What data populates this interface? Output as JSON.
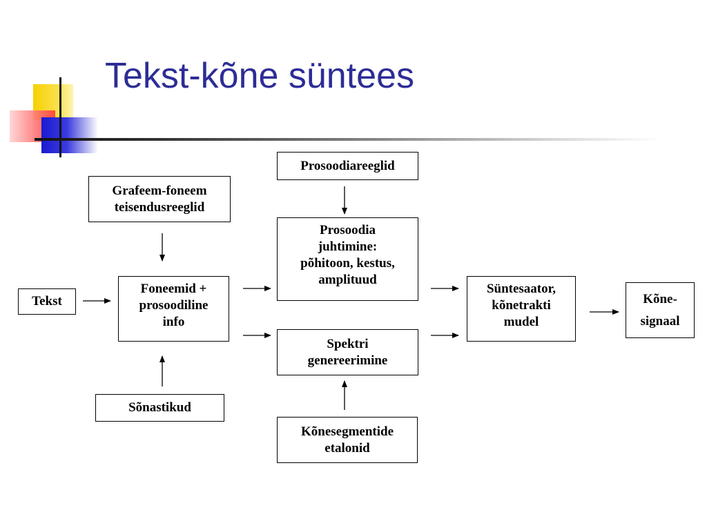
{
  "slide": {
    "title": "Tekst-kõne süntees"
  },
  "diagram": {
    "nodes": {
      "tekst": {
        "lines": [
          "Tekst"
        ]
      },
      "grafeem": {
        "lines": [
          "Grafeem-foneem",
          "teisendusreeglid"
        ]
      },
      "foneemid": {
        "lines": [
          "Foneemid +",
          "prosoodiline",
          "info"
        ]
      },
      "sonastikud": {
        "lines": [
          "Sõnastikud"
        ]
      },
      "prosoodiareeglid": {
        "lines": [
          "Prosoodiareeglid"
        ]
      },
      "prosoodia": {
        "lines": [
          "Prosoodia",
          "juhtimine:",
          "põhitoon, kestus,",
          "amplituud"
        ]
      },
      "spektri": {
        "lines": [
          "Spektri",
          "genereerimine"
        ]
      },
      "konesegmentide": {
        "lines": [
          "Kõnesegmentide",
          "etalonid"
        ]
      },
      "suntesaator": {
        "lines": [
          "Süntesaator,",
          "kõnetrakti",
          "mudel"
        ]
      },
      "konesignaal": {
        "lines": [
          "Kõne-",
          "signaal"
        ]
      }
    },
    "edges": [
      {
        "from": "tekst",
        "to": "foneemid"
      },
      {
        "from": "grafeem",
        "to": "foneemid"
      },
      {
        "from": "sonastikud",
        "to": "foneemid"
      },
      {
        "from": "foneemid",
        "to": "prosoodia"
      },
      {
        "from": "foneemid",
        "to": "spektri"
      },
      {
        "from": "prosoodiareeglid",
        "to": "prosoodia"
      },
      {
        "from": "konesegmentide",
        "to": "spektri"
      },
      {
        "from": "prosoodia",
        "to": "suntesaator"
      },
      {
        "from": "spektri",
        "to": "suntesaator"
      },
      {
        "from": "suntesaator",
        "to": "konesignaal"
      }
    ]
  },
  "colors": {
    "title": "#2d2d96",
    "box_border": "#000000",
    "text": "#000000"
  }
}
